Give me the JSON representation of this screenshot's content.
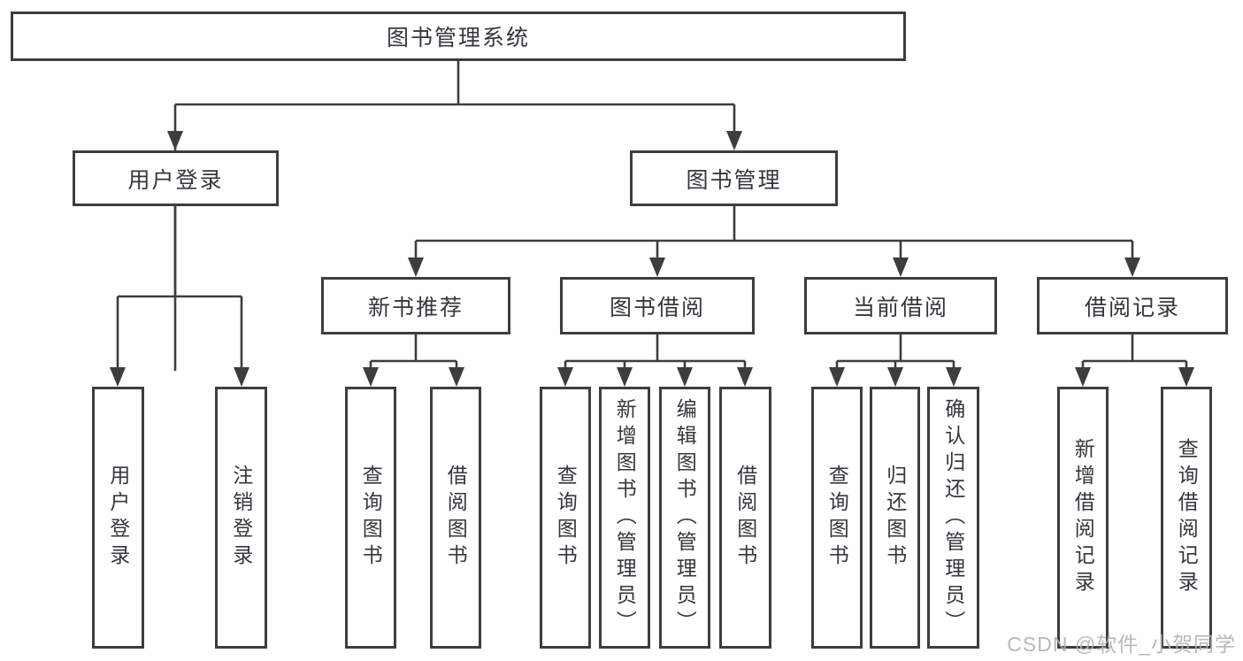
{
  "tree": {
    "label": "图书管理系统",
    "children": [
      {
        "label": "用户登录",
        "children": [
          {
            "label": "用户登录"
          },
          {
            "label": "注销登录"
          }
        ]
      },
      {
        "label": "图书管理",
        "children": [
          {
            "label": "新书推荐",
            "children": [
              {
                "label": "查询图书"
              },
              {
                "label": "借阅图书"
              }
            ]
          },
          {
            "label": "图书借阅",
            "children": [
              {
                "label": "查询图书"
              },
              {
                "label": "新增图书（管理员）"
              },
              {
                "label": "编辑图书（管理员）"
              },
              {
                "label": "借阅图书"
              }
            ]
          },
          {
            "label": "当前借阅",
            "children": [
              {
                "label": "查询图书"
              },
              {
                "label": "归还图书"
              },
              {
                "label": "确认归还（管理员）"
              }
            ]
          },
          {
            "label": "借阅记录",
            "children": [
              {
                "label": "新增借阅记录"
              },
              {
                "label": "查询借阅记录"
              }
            ]
          }
        ]
      }
    ]
  },
  "watermark": {
    "text": "CSDN @软件_小贺同学"
  },
  "colors": {
    "bg": "#ffffff",
    "line": "#3d3d3d",
    "ink": "#36363c",
    "mark": "#b2b2b2"
  }
}
